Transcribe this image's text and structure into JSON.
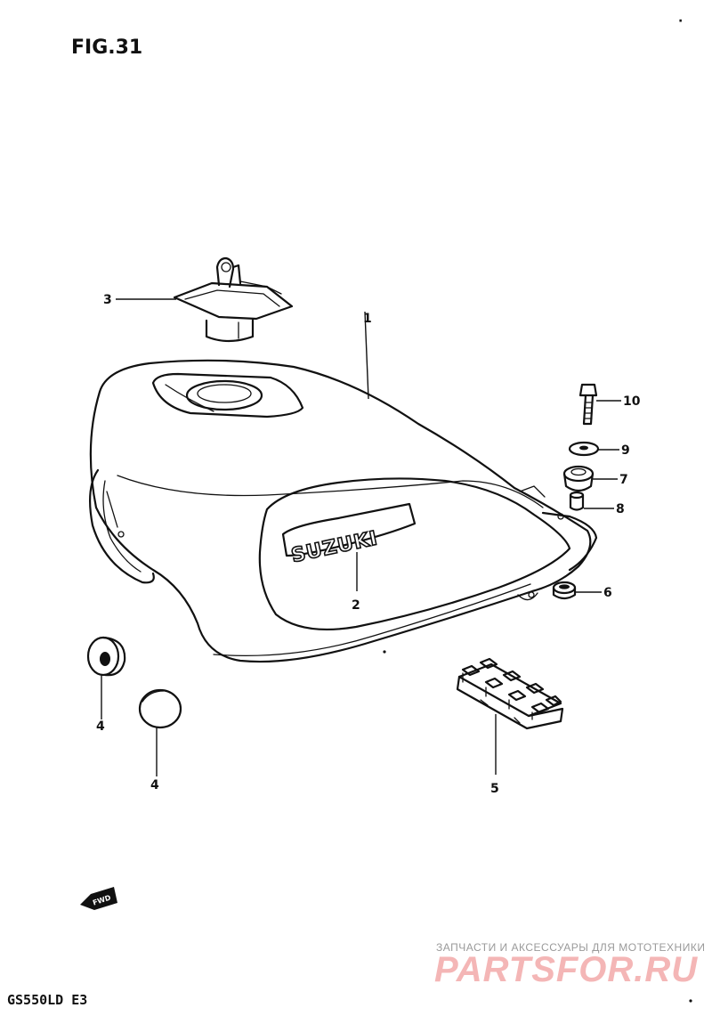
{
  "figure": {
    "title": "FIG.31",
    "model": "GS550LD  E3"
  },
  "callouts": [
    {
      "id": "1",
      "label": "1"
    },
    {
      "id": "2",
      "label": "2"
    },
    {
      "id": "3",
      "label": "3"
    },
    {
      "id": "4a",
      "label": "4"
    },
    {
      "id": "4b",
      "label": "4"
    },
    {
      "id": "5",
      "label": "5"
    },
    {
      "id": "6",
      "label": "6"
    },
    {
      "id": "7",
      "label": "7"
    },
    {
      "id": "8",
      "label": "8"
    },
    {
      "id": "9",
      "label": "9"
    },
    {
      "id": "10",
      "label": "10"
    }
  ],
  "tank": {
    "emblem_text": "SUZUKI"
  },
  "direction_marker": {
    "text": "FWD"
  },
  "watermark": {
    "tagline": "ЗАПЧАСТИ И АКСЕССУАРЫ ДЛЯ МОТОТЕХНИКИ",
    "brand": "PARTSFOR.RU",
    "color": "#f4b6b6"
  }
}
